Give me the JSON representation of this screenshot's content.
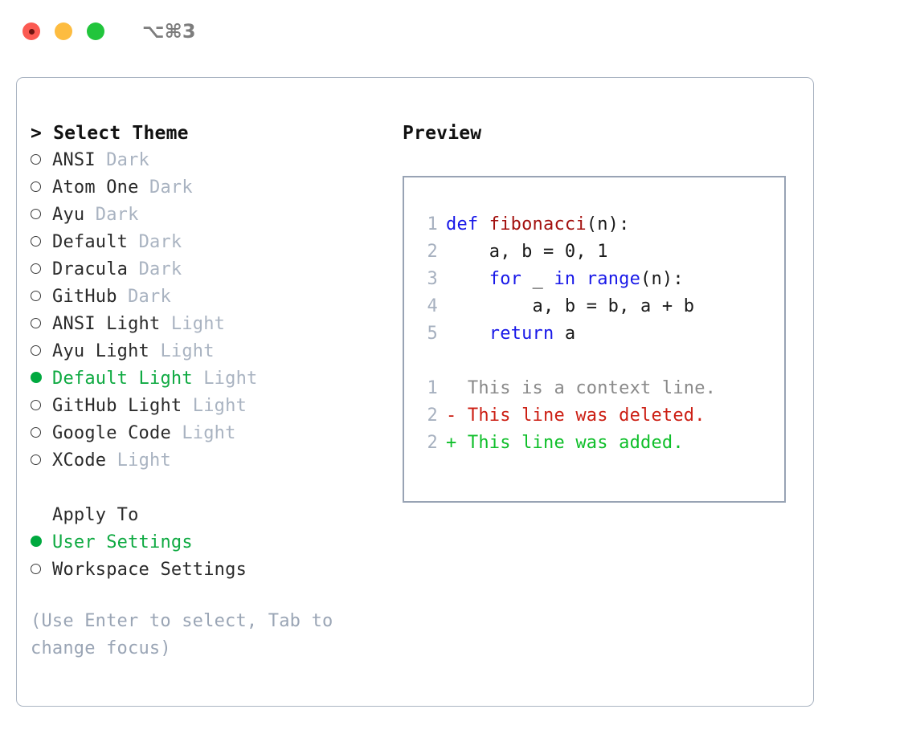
{
  "window": {
    "shortcut": "⌥⌘3",
    "traffic_lights": [
      "close",
      "minimize",
      "zoom"
    ]
  },
  "left_panel": {
    "heading": "> Select Theme",
    "themes": [
      {
        "marker": "o",
        "name": "ANSI",
        "tag": "Dark",
        "selected": false
      },
      {
        "marker": "o",
        "name": "Atom One",
        "tag": "Dark",
        "selected": false
      },
      {
        "marker": "o",
        "name": "Ayu",
        "tag": "Dark",
        "selected": false
      },
      {
        "marker": "o",
        "name": "Default",
        "tag": "Dark",
        "selected": false
      },
      {
        "marker": "o",
        "name": "Dracula",
        "tag": "Dark",
        "selected": false
      },
      {
        "marker": "o",
        "name": "GitHub",
        "tag": "Dark",
        "selected": false
      },
      {
        "marker": "o",
        "name": "ANSI Light",
        "tag": "Light",
        "selected": false
      },
      {
        "marker": "o",
        "name": "Ayu Light",
        "tag": "Light",
        "selected": false
      },
      {
        "marker": "●",
        "name": "Default Light",
        "tag": "Light",
        "selected": true
      },
      {
        "marker": "o",
        "name": "GitHub Light",
        "tag": "Light",
        "selected": false
      },
      {
        "marker": "o",
        "name": "Google Code",
        "tag": "Light",
        "selected": false
      },
      {
        "marker": "o",
        "name": "XCode",
        "tag": "Light",
        "selected": false
      }
    ],
    "apply_to": {
      "header": "Apply To",
      "options": [
        {
          "marker": "●",
          "name": "User Settings",
          "selected": true
        },
        {
          "marker": "o",
          "name": "Workspace Settings",
          "selected": false
        }
      ]
    },
    "hint": "(Use Enter to select, Tab to change focus)"
  },
  "right_panel": {
    "title": "Preview",
    "code_lines": [
      {
        "no": "1",
        "spans": [
          {
            "t": "def ",
            "c": "kw"
          },
          {
            "t": "fibonacci",
            "c": "fn"
          },
          {
            "t": "(n):",
            "c": "plain"
          }
        ]
      },
      {
        "no": "2",
        "spans": [
          {
            "t": "    a, b = 0, 1",
            "c": "plain"
          }
        ]
      },
      {
        "no": "3",
        "spans": [
          {
            "t": "    ",
            "c": "plain"
          },
          {
            "t": "for",
            "c": "kw"
          },
          {
            "t": " _ ",
            "c": "plain"
          },
          {
            "t": "in",
            "c": "kw"
          },
          {
            "t": " ",
            "c": "plain"
          },
          {
            "t": "range",
            "c": "kw"
          },
          {
            "t": "(n):",
            "c": "plain"
          }
        ]
      },
      {
        "no": "4",
        "spans": [
          {
            "t": "        a, b = b, a + b",
            "c": "plain"
          }
        ]
      },
      {
        "no": "5",
        "spans": [
          {
            "t": "    ",
            "c": "plain"
          },
          {
            "t": "return",
            "c": "kw"
          },
          {
            "t": " a",
            "c": "plain"
          }
        ]
      }
    ],
    "diff_lines": [
      {
        "no": "1",
        "text": "  This is a context line.",
        "kind": "ctx"
      },
      {
        "no": "2",
        "text": "- This line was deleted.",
        "kind": "del"
      },
      {
        "no": "2",
        "text": "+ This line was added.",
        "kind": "add"
      }
    ]
  },
  "colors": {
    "selected_green": "#0faa42",
    "keyword_blue": "#1818e8",
    "function_red": "#a3110f",
    "diff_delete": "#cc1f14",
    "diff_add": "#0fbf2a",
    "muted_gray": "#a9b3c1",
    "border": "#aab4c2"
  }
}
